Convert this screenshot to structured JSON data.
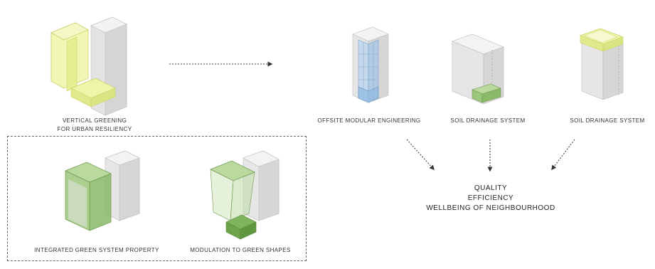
{
  "labels": {
    "vertical_greening_line1": "VERTICAL GREENING",
    "vertical_greening_line2": "FOR URBAN RESILIENCY",
    "offsite_modular": "OFFSITE MODULAR ENGINEERING",
    "soil_drainage_1": "SOIL DRAINAGE SYSTEM",
    "soil_drainage_2": "SOIL DRAINAGE SYSTEM",
    "integrated_green": "INTEGRATED GREEN SYSTEM PROPERTY",
    "modulation_shapes": "MODULATION TO GREEN SHAPES"
  },
  "outcome": {
    "line1": "QUALITY",
    "line2": "EFFICIENCY",
    "line3": "WELLBEING OF NEIGHBOURHOOD"
  },
  "colors": {
    "yellow_fill": "#eef5a8",
    "yellow_stroke": "#c9d36a",
    "green_fill": "#9cc77a",
    "green_stroke": "#6f9a4f",
    "blue_fill": "#bcd6ee",
    "blue_stroke": "#7aa3c9",
    "block_light": "#f1f1f1",
    "block_mid": "#e2e2e2",
    "block_dark": "#d2d2d2"
  }
}
